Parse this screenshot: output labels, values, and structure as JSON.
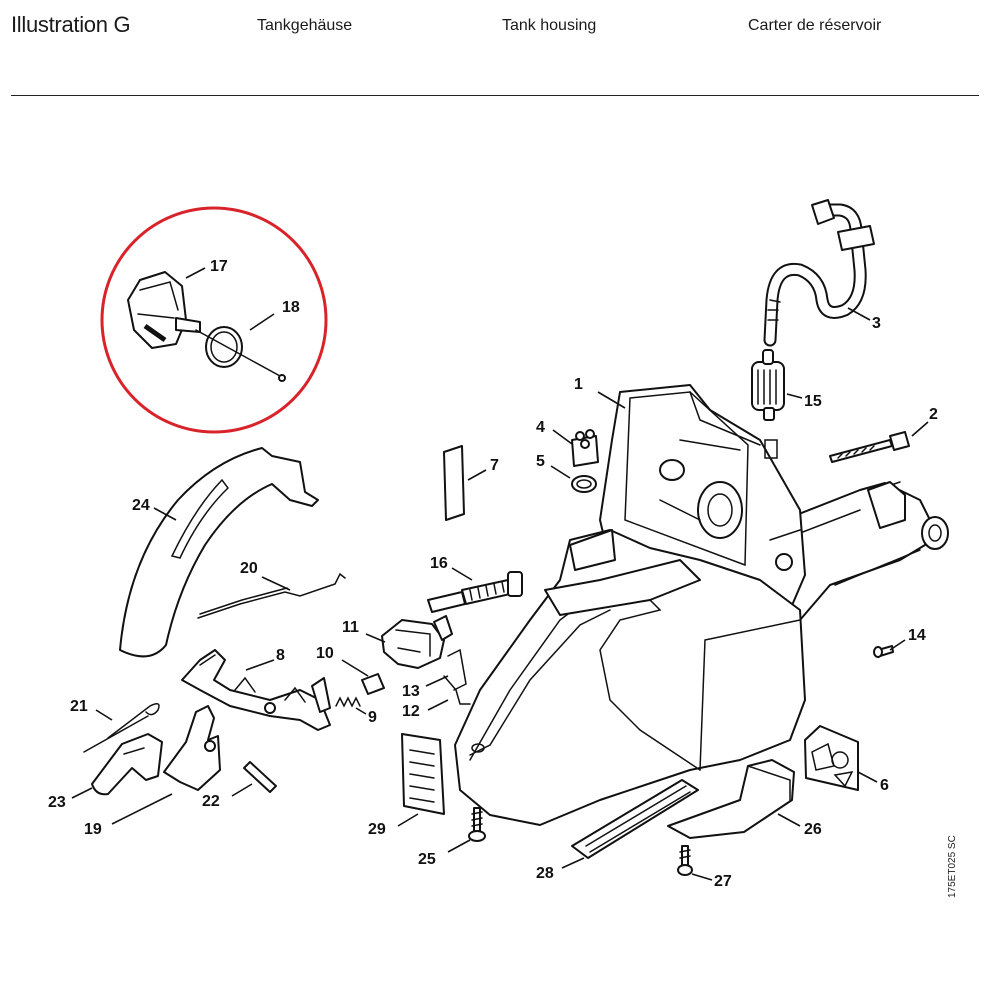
{
  "header": {
    "illustration_label": "Illustration  G",
    "title_de": "Tankgehäuse",
    "title_en": "Tank housing",
    "title_fr": "Carter de réservoir"
  },
  "drawing_code": "175ET025 SC",
  "highlight_color": "#d9232a",
  "parts": [
    {
      "id": "part-1",
      "number": "1"
    },
    {
      "id": "part-2",
      "number": "2"
    },
    {
      "id": "part-3",
      "number": "3"
    },
    {
      "id": "part-4",
      "number": "4"
    },
    {
      "id": "part-5",
      "number": "5"
    },
    {
      "id": "part-6",
      "number": "6"
    },
    {
      "id": "part-7",
      "number": "7"
    },
    {
      "id": "part-8",
      "number": "8"
    },
    {
      "id": "part-9",
      "number": "9"
    },
    {
      "id": "part-10",
      "number": "10"
    },
    {
      "id": "part-11",
      "number": "11"
    },
    {
      "id": "part-12",
      "number": "12"
    },
    {
      "id": "part-13",
      "number": "13"
    },
    {
      "id": "part-14",
      "number": "14"
    },
    {
      "id": "part-15",
      "number": "15"
    },
    {
      "id": "part-16",
      "number": "16"
    },
    {
      "id": "part-17",
      "number": "17"
    },
    {
      "id": "part-18",
      "number": "18"
    },
    {
      "id": "part-19",
      "number": "19"
    },
    {
      "id": "part-20",
      "number": "20"
    },
    {
      "id": "part-21",
      "number": "21"
    },
    {
      "id": "part-22",
      "number": "22"
    },
    {
      "id": "part-23",
      "number": "23"
    },
    {
      "id": "part-24",
      "number": "24"
    },
    {
      "id": "part-25",
      "number": "25"
    },
    {
      "id": "part-26",
      "number": "26"
    },
    {
      "id": "part-27",
      "number": "27"
    },
    {
      "id": "part-28",
      "number": "28"
    },
    {
      "id": "part-29",
      "number": "29"
    }
  ]
}
